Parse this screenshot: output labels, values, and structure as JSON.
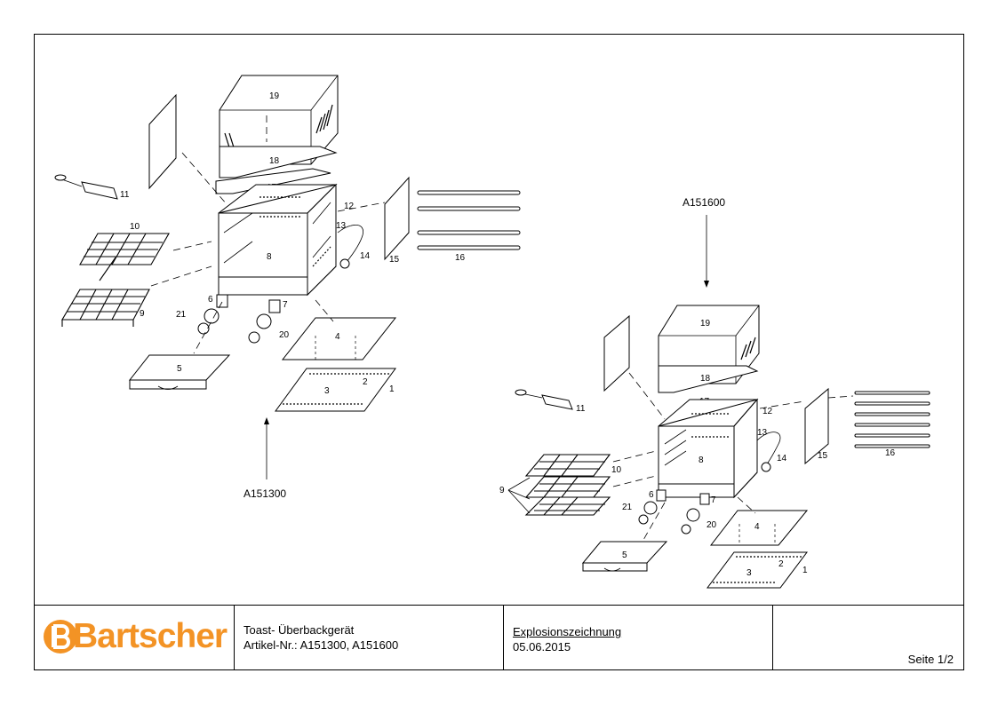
{
  "brand": {
    "name": "Bartscher",
    "color": "#f39325"
  },
  "product": {
    "name": "Toast- Überbackgerät",
    "article": "Artikel-Nr.: A151300, A151600"
  },
  "drawing": {
    "type": "Explosionszeichnung",
    "date": "05.06.2015"
  },
  "page": {
    "label": "Seite 1/2"
  },
  "models": {
    "left": "A151300",
    "right": "A151600"
  },
  "parts": {
    "p1": "1",
    "p2": "2",
    "p3": "3",
    "p4": "4",
    "p5": "5",
    "p6": "6",
    "p7": "7",
    "p8": "8",
    "p9": "9",
    "p10": "10",
    "p11": "11",
    "p12": "12",
    "p13": "13",
    "p14": "14",
    "p15": "15",
    "p16": "16",
    "p17": "17",
    "p18": "18",
    "p19": "19",
    "p20": "20",
    "p21": "21"
  }
}
